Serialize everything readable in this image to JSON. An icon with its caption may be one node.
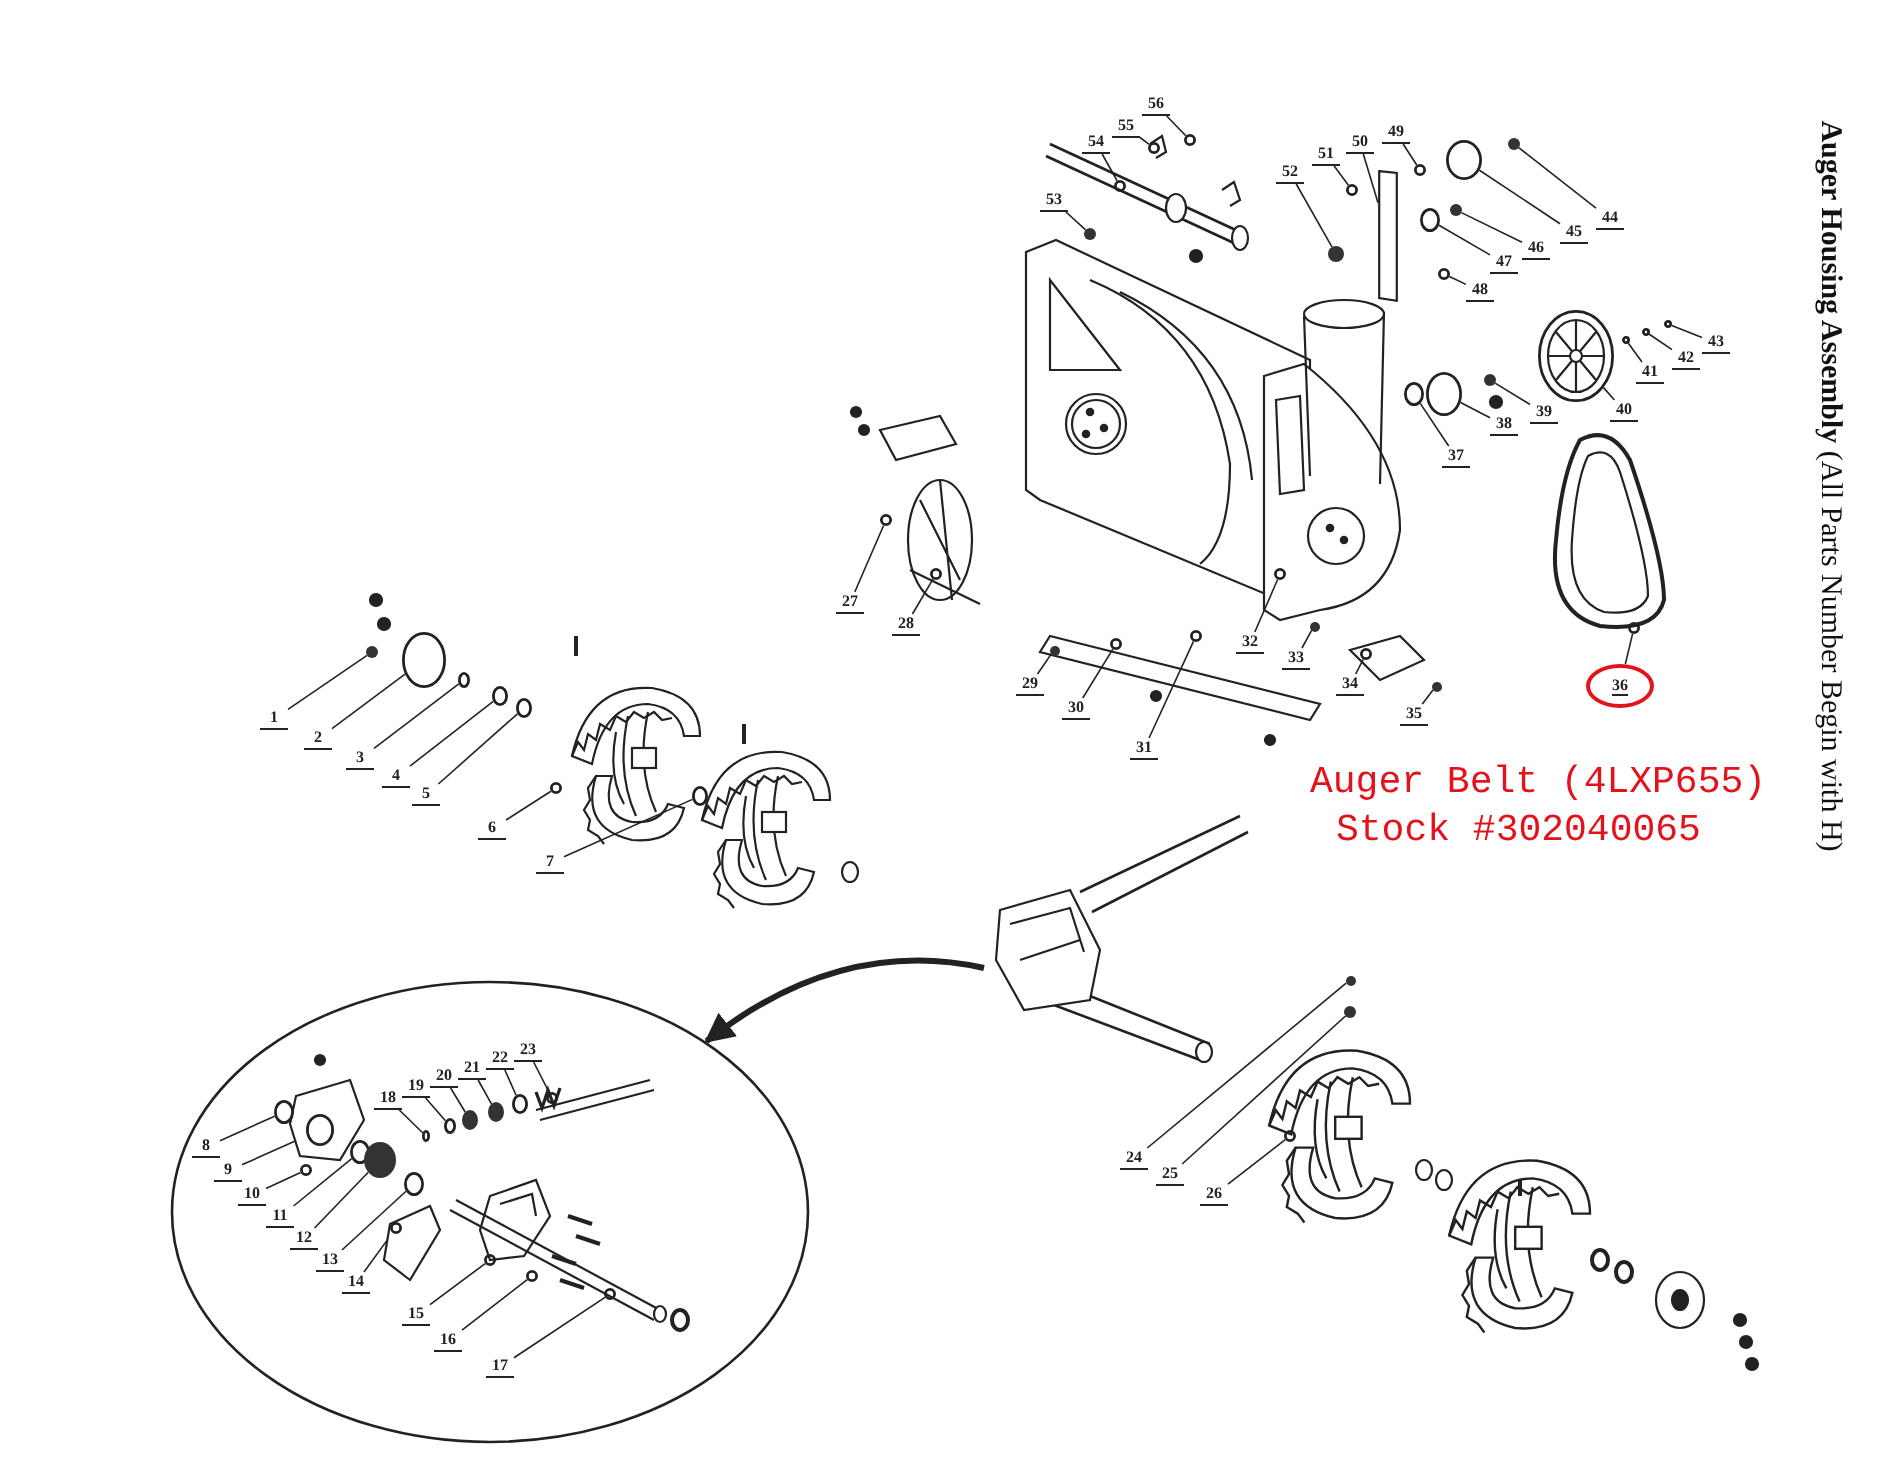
{
  "diagram": {
    "title": "**Auger Housing Assembly** (All Parts Number Begin with H)",
    "nodes": [
      {
        "text": [],
        "shape": "ellipse"
      },
      {
        "text": [
          "1"
        ]
      },
      {
        "text": [
          "2"
        ]
      },
      {
        "text": [
          "3"
        ]
      },
      {
        "text": [
          "4"
        ]
      },
      {
        "text": [
          "5"
        ]
      },
      {
        "text": [
          "6"
        ]
      },
      {
        "text": [
          "7"
        ]
      },
      {
        "text": [
          "8"
        ],
        "in": 0
      },
      {
        "text": [
          "9"
        ],
        "in": 0
      },
      {
        "text": [
          "10"
        ],
        "in": 0
      },
      {
        "text": [
          "11"
        ],
        "in": 0
      },
      {
        "text": [
          "12"
        ],
        "in": 0
      },
      {
        "text": [
          "13"
        ],
        "in": 0
      },
      {
        "text": [
          "14"
        ],
        "in": 0
      },
      {
        "text": [
          "15"
        ],
        "in": 0
      },
      {
        "text": [
          "16"
        ],
        "in": 0
      },
      {
        "text": [
          "17"
        ],
        "in": 0
      },
      {
        "text": [
          "18"
        ],
        "in": 0
      },
      {
        "text": [
          "19"
        ],
        "in": 0
      },
      {
        "text": [
          "20"
        ],
        "in": 0
      },
      {
        "text": [
          "21"
        ],
        "in": 0
      },
      {
        "text": [
          "22"
        ],
        "in": 0
      },
      {
        "text": [
          "23"
        ],
        "in": 0
      },
      {
        "text": [
          "24"
        ]
      },
      {
        "text": [
          "25"
        ]
      },
      {
        "text": [
          "26"
        ]
      },
      {
        "text": [
          "27"
        ]
      },
      {
        "text": [
          "28"
        ]
      },
      {
        "text": [
          "29"
        ]
      },
      {
        "text": [
          "30"
        ]
      },
      {
        "text": [
          "31"
        ]
      },
      {
        "text": [
          "32"
        ]
      },
      {
        "text": [
          "33"
        ]
      },
      {
        "text": [
          "34"
        ]
      },
      {
        "text": [
          "35"
        ]
      },
      {
        "text": [
          "36"
        ],
        "beside": [
          "Auger Belt (4LXP655)",
          "Stock #302040065"
        ]
      },
      {
        "text": [
          "37"
        ]
      },
      {
        "text": [
          "38"
        ]
      },
      {
        "text": [
          "39"
        ]
      },
      {
        "text": [
          "40"
        ]
      },
      {
        "text": [
          "41"
        ]
      },
      {
        "text": [
          "42"
        ]
      },
      {
        "text": [
          "43"
        ]
      },
      {
        "text": [
          "44"
        ]
      },
      {
        "text": [
          "45"
        ]
      },
      {
        "text": [
          "46"
        ]
      },
      {
        "text": [
          "47"
        ]
      },
      {
        "text": [
          "48"
        ]
      },
      {
        "text": [
          "49"
        ]
      },
      {
        "text": [
          "50"
        ]
      },
      {
        "text": [
          "51"
        ]
      },
      {
        "text": [
          "52"
        ]
      },
      {
        "text": [
          "53"
        ]
      },
      {
        "text": [
          "54"
        ]
      },
      {
        "text": [
          "55"
        ]
      },
      {
        "text": [
          "56"
        ]
      },
      {
        "text": [],
        "shape": "dot"
      },
      {
        "text": [],
        "shape": "circle"
      },
      {
        "text": [],
        "shape": "circle"
      },
      {
        "text": [],
        "shape": "circle"
      },
      {
        "text": [],
        "shape": "circle"
      },
      {
        "text": [],
        "shape": "circle"
      },
      {
        "text": [],
        "shape": "circle"
      },
      {
        "text": [],
        "shape": "circle",
        "in": 0
      },
      {
        "text": [],
        "shape": "circle",
        "in": 0
      },
      {
        "text": [],
        "shape": "circle",
        "in": 0
      },
      {
        "text": [],
        "shape": "circle",
        "in": 0
      },
      {
        "text": [],
        "shape": "dot",
        "in": 0
      },
      {
        "text": [],
        "shape": "circle",
        "in": 0
      },
      {
        "text": [],
        "shape": "circle",
        "in": 0
      },
      {
        "text": [],
        "shape": "circle",
        "in": 0
      },
      {
        "text": [],
        "shape": "circle",
        "in": 0
      },
      {
        "text": [],
        "shape": "circle",
        "in": 0
      },
      {
        "text": [],
        "shape": "circle",
        "in": 0
      },
      {
        "text": [],
        "shape": "circle",
        "in": 0
      },
      {
        "text": [],
        "shape": "dot",
        "in": 0
      },
      {
        "text": [],
        "shape": "dot",
        "in": 0
      },
      {
        "text": [],
        "shape": "circle",
        "in": 0
      },
      {
        "text": [],
        "shape": "circle",
        "in": 0
      },
      {
        "text": [],
        "shape": "dot"
      },
      {
        "text": [],
        "shape": "dot"
      },
      {
        "text": [],
        "shape": "circle"
      },
      {
        "text": [],
        "shape": "circle"
      },
      {
        "text": [],
        "shape": "circle"
      },
      {
        "text": [],
        "shape": "dot"
      },
      {
        "text": [],
        "shape": "circle"
      },
      {
        "text": [],
        "shape": "circle"
      },
      {
        "text": [],
        "shape": "circle"
      },
      {
        "text": [],
        "shape": "dot"
      },
      {
        "text": [],
        "shape": "circle"
      },
      {
        "text": [],
        "shape": "dot"
      },
      {
        "text": [],
        "shape": "circle"
      },
      {
        "text": [],
        "shape": "circle"
      },
      {
        "text": [],
        "shape": "circle"
      },
      {
        "text": [],
        "shape": "dot"
      },
      {
        "text": [],
        "shape": "circle"
      },
      {
        "text": [],
        "shape": "circle"
      },
      {
        "text": [],
        "shape": "circle"
      },
      {
        "text": [],
        "shape": "circle"
      },
      {
        "text": [],
        "shape": "dot"
      },
      {
        "text": [],
        "shape": "circle"
      },
      {
        "text": [],
        "shape": "dot"
      },
      {
        "text": [],
        "shape": "circle"
      },
      {
        "text": [],
        "shape": "circle"
      },
      {
        "text": [],
        "shape": "circle"
      },
      {
        "text": [],
        "shape": "bar"
      },
      {
        "text": [],
        "shape": "circle"
      },
      {
        "text": [],
        "shape": "dot"
      },
      {
        "text": [],
        "shape": "dot"
      },
      {
        "text": [],
        "shape": "circle"
      },
      {
        "text": [],
        "shape": "circle"
      },
      {
        "text": [],
        "shape": "circle"
      }
    ],
    "edges": [
      {
        "from": 1,
        "to": 57,
        "arrow": "none"
      },
      {
        "from": 2,
        "to": 58,
        "arrow": "none"
      },
      {
        "from": 3,
        "to": 59,
        "arrow": "none"
      },
      {
        "from": 4,
        "to": 60,
        "arrow": "none"
      },
      {
        "from": 5,
        "to": 61,
        "arrow": "none"
      },
      {
        "from": 6,
        "to": 62,
        "arrow": "none"
      },
      {
        "from": 7,
        "to": 63,
        "arrow": "none"
      },
      {
        "from": 8,
        "to": 64,
        "arrow": "none"
      },
      {
        "from": 9,
        "to": 65,
        "arrow": "none"
      },
      {
        "from": 10,
        "to": 66,
        "arrow": "none"
      },
      {
        "from": 11,
        "to": 67,
        "arrow": "none"
      },
      {
        "from": 12,
        "to": 68,
        "arrow": "none"
      },
      {
        "from": 13,
        "to": 69,
        "arrow": "none"
      },
      {
        "from": 14,
        "to": 70,
        "arrow": "none"
      },
      {
        "from": 15,
        "to": 71,
        "arrow": "none"
      },
      {
        "from": 16,
        "to": 72,
        "arrow": "none"
      },
      {
        "from": 17,
        "to": 73,
        "arrow": "none"
      },
      {
        "from": 18,
        "to": 74,
        "arrow": "none"
      },
      {
        "from": 19,
        "to": 75,
        "arrow": "none"
      },
      {
        "from": 20,
        "to": 76,
        "arrow": "none"
      },
      {
        "from": 21,
        "to": 77,
        "arrow": "none"
      },
      {
        "from": 22,
        "to": 78,
        "arrow": "none"
      },
      {
        "from": 23,
        "to": 79,
        "arrow": "none"
      },
      {
        "from": 24,
        "to": 80,
        "arrow": "none"
      },
      {
        "from": 25,
        "to": 81,
        "arrow": "none"
      },
      {
        "from": 26,
        "to": 82,
        "arrow": "none"
      },
      {
        "from": 27,
        "to": 83,
        "arrow": "none"
      },
      {
        "from": 28,
        "to": 84,
        "arrow": "none"
      },
      {
        "from": 29,
        "to": 85,
        "arrow": "none"
      },
      {
        "from": 30,
        "to": 86,
        "arrow": "none"
      },
      {
        "from": 31,
        "to": 87,
        "arrow": "none"
      },
      {
        "from": 32,
        "to": 88,
        "arrow": "none"
      },
      {
        "from": 33,
        "to": 89,
        "arrow": "none"
      },
      {
        "from": 34,
        "to": 90,
        "arrow": "none"
      },
      {
        "from": 35,
        "to": 91,
        "arrow": "none"
      },
      {
        "from": 36,
        "to": 92,
        "arrow": "none"
      },
      {
        "from": 37,
        "to": 93,
        "arrow": "none"
      },
      {
        "from": 38,
        "to": 94,
        "arrow": "none"
      },
      {
        "from": 39,
        "to": 95,
        "arrow": "none"
      },
      {
        "from": 40,
        "to": 96,
        "arrow": "none"
      },
      {
        "from": 41,
        "to": 97,
        "arrow": "none"
      },
      {
        "from": 42,
        "to": 98,
        "arrow": "none"
      },
      {
        "from": 43,
        "to": 99,
        "arrow": "none"
      },
      {
        "from": 44,
        "to": 100,
        "arrow": "none"
      },
      {
        "from": 45,
        "to": 101,
        "arrow": "none"
      },
      {
        "from": 46,
        "to": 102,
        "arrow": "none"
      },
      {
        "from": 47,
        "to": 103,
        "arrow": "none"
      },
      {
        "from": 48,
        "to": 104,
        "arrow": "none"
      },
      {
        "from": 49,
        "to": 105,
        "arrow": "none"
      },
      {
        "from": 50,
        "to": 106,
        "arrow": "none"
      },
      {
        "from": 51,
        "to": 107,
        "arrow": "none"
      },
      {
        "from": 52,
        "to": 108,
        "arrow": "none"
      },
      {
        "from": 53,
        "to": 109,
        "arrow": "none"
      },
      {
        "from": 54,
        "to": 110,
        "arrow": "none"
      },
      {
        "from": 55,
        "to": 111,
        "arrow": "none"
      },
      {
        "from": 56,
        "to": 112,
        "arrow": "none"
      },
      {
        "from": null,
        "to": 0,
        "arrow": "to",
        "style": "thick"
      }
    ]
  }
}
